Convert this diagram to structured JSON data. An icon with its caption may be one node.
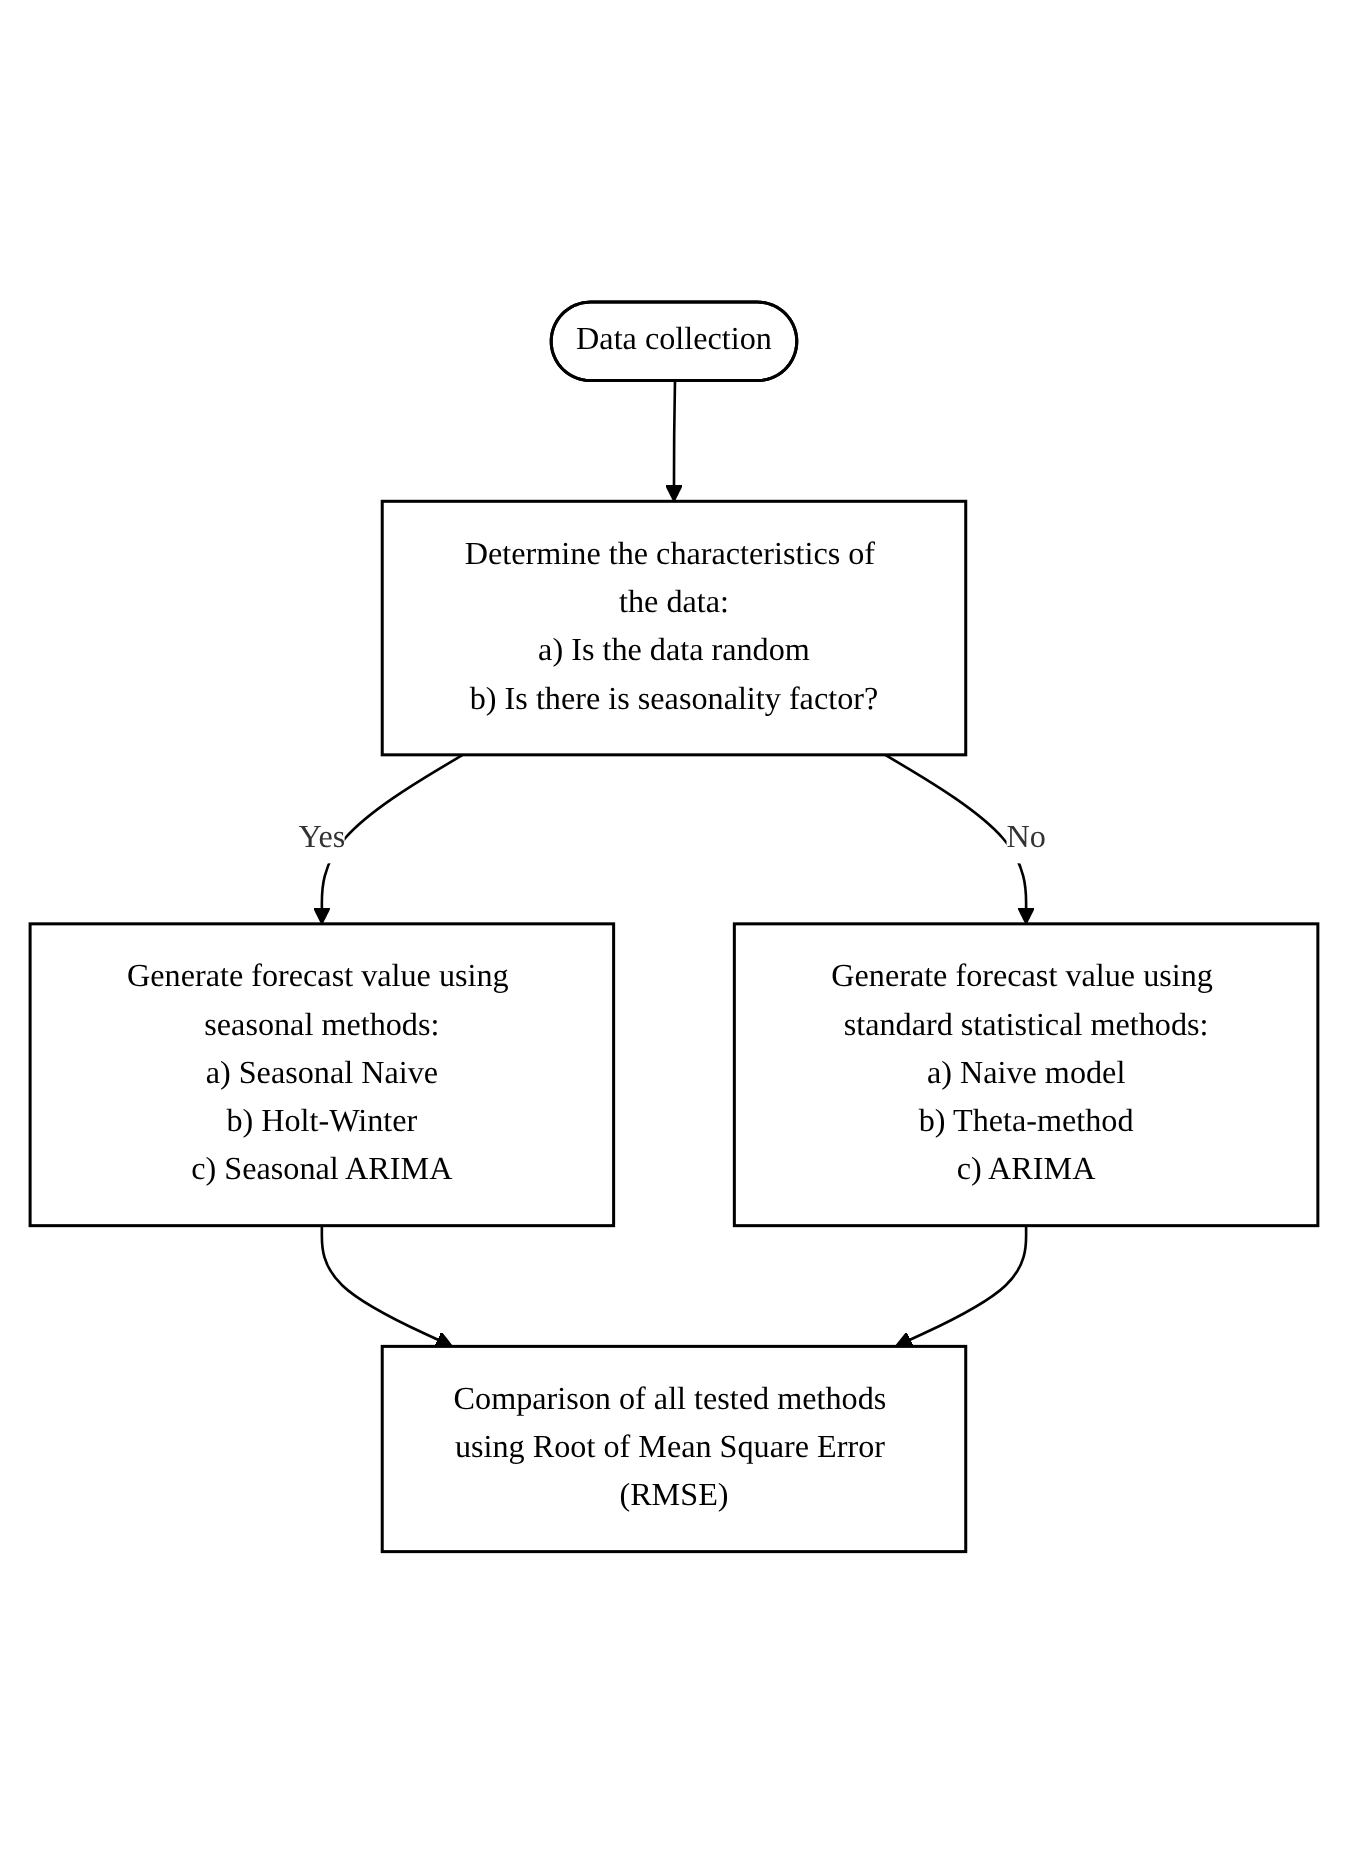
{
  "diagram": {
    "nodes": [
      {
        "text": [
          "Data collection"
        ]
      },
      {
        "text": [
          "Determine the characteristics of the data:",
          "a) Is the data random",
          "b) Is there is seasonality factor?"
        ]
      },
      {
        "text": [
          "Generate forecast value using seasonal methods:",
          "a) Seasonal Naive",
          "b) Holt-Winter",
          "c) Seasonal ARIMA"
        ]
      },
      {
        "text": [
          "Generate forecast value using standard statistical methods:",
          "a) Naive model",
          "b) Theta-method",
          "c) ARIMA"
        ]
      },
      {
        "text": [
          "Comparison of all tested methods using Root of Mean Square Error (RMSE)"
        ]
      }
    ],
    "edges": [
      {
        "from": 0,
        "to": 1,
        "arrow": "to"
      },
      {
        "from": 1,
        "to": 2,
        "arrow": "to",
        "label": "Yes"
      },
      {
        "from": 1,
        "to": 3,
        "arrow": "to",
        "label": "No"
      },
      {
        "from": 2,
        "to": 4,
        "arrow": "to"
      },
      {
        "from": 3,
        "to": 4,
        "arrow": "to"
      }
    ]
  }
}
